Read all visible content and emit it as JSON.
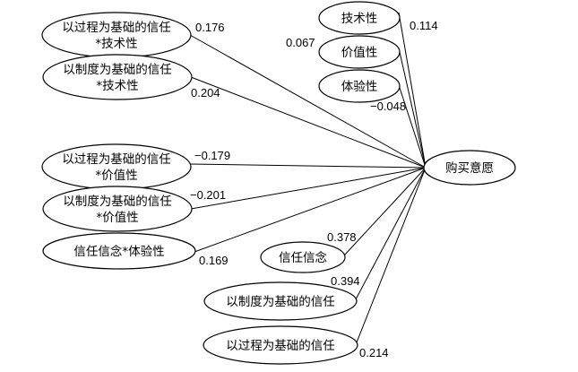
{
  "diagram": {
    "target": {
      "label": "购买意愿"
    },
    "nodes": [
      {
        "id": "process_tech",
        "lines": [
          "以过程为基础的信任",
          "*技术性"
        ],
        "coefficient": "0.176"
      },
      {
        "id": "system_tech",
        "lines": [
          "以制度为基础的信任",
          "*技术性"
        ],
        "coefficient": "0.204"
      },
      {
        "id": "process_value",
        "lines": [
          "以过程为基础的信任",
          "*价值性"
        ],
        "coefficient": "−0.179"
      },
      {
        "id": "system_value",
        "lines": [
          "以制度为基础的信任",
          "*价值性"
        ],
        "coefficient": "−0.201"
      },
      {
        "id": "belief_experience",
        "lines": [
          "信任信念*体验性"
        ],
        "coefficient": "0.169"
      },
      {
        "id": "technical",
        "lines": [
          "技术性"
        ],
        "coefficient": "0.114"
      },
      {
        "id": "value",
        "lines": [
          "价值性"
        ],
        "coefficient": "0.067"
      },
      {
        "id": "experience",
        "lines": [
          "体验性"
        ],
        "coefficient": "−0.048"
      },
      {
        "id": "trust_belief",
        "lines": [
          "信任信念"
        ],
        "coefficient": "0.378"
      },
      {
        "id": "system_trust",
        "lines": [
          "以制度为基础的信任"
        ],
        "coefficient": "0.394"
      },
      {
        "id": "process_trust",
        "lines": [
          "以过程为基础的信任"
        ],
        "coefficient": "0.214"
      }
    ]
  }
}
